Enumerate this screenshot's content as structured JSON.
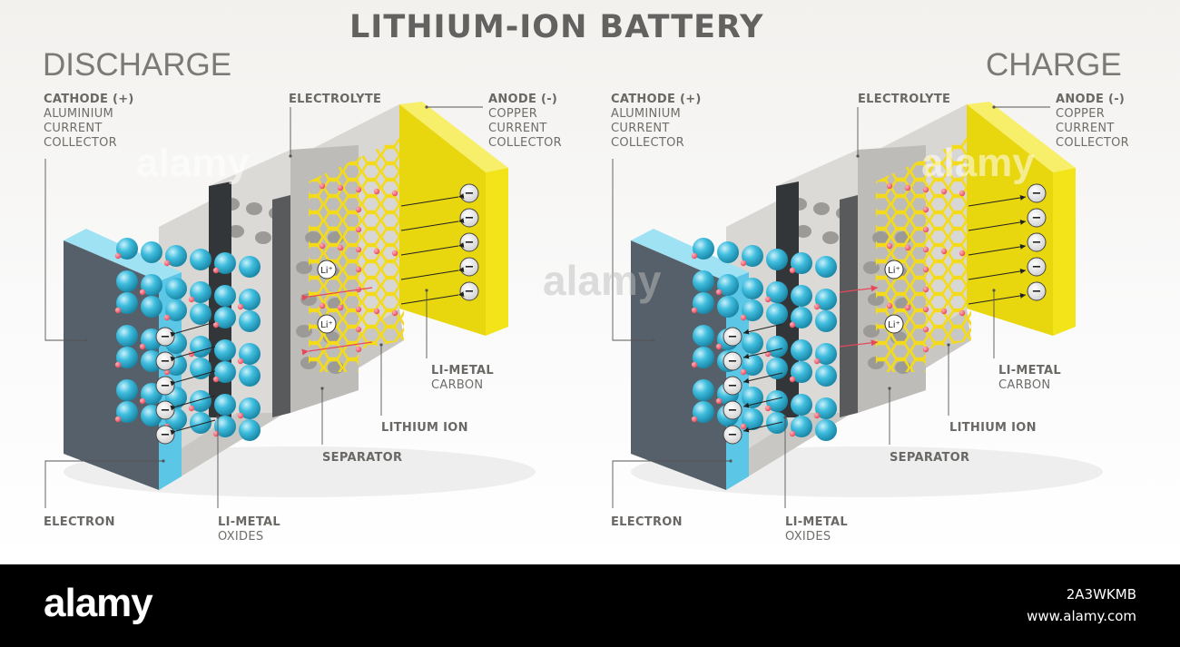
{
  "title": "LITHIUM-ION BATTERY",
  "colors": {
    "cathode_collector": "#5cc6e6",
    "anode_collector": "#f2e419",
    "li_metal_oxide": "#3fbdde",
    "lithium_ion": "#e8485a",
    "carbon_lattice": "#f3db1c",
    "separator": "#333638",
    "electrolyte": "#dcdad7"
  },
  "panels": [
    {
      "mode": "DISCHARGE",
      "cathode": {
        "title": "CATHODE (+)",
        "lines": [
          "ALUMINIUM",
          "CURRENT",
          "COLLECTOR"
        ]
      },
      "electrolyte": "ELECTROLYTE",
      "anode": {
        "title": "ANODE (-)",
        "lines": [
          "COPPER",
          "CURRENT",
          "COLLECTOR"
        ]
      },
      "li_metal_carbon": {
        "title": "LI-METAL",
        "sub": "CARBON"
      },
      "lithium_ion": "LITHIUM ION",
      "separator": "SEPARATOR",
      "electron": "ELECTRON",
      "li_metal_oxides": {
        "title": "LI-METAL",
        "sub": "OXIDES"
      },
      "ion_symbol": "Li⁺",
      "electron_symbol": "−"
    },
    {
      "mode": "CHARGE",
      "cathode": {
        "title": "CATHODE (+)",
        "lines": [
          "ALUMINIUM",
          "CURRENT",
          "COLLECTOR"
        ]
      },
      "electrolyte": "ELECTROLYTE",
      "anode": {
        "title": "ANODE (-)",
        "lines": [
          "COPPER",
          "CURRENT",
          "COLLECTOR"
        ]
      },
      "li_metal_carbon": {
        "title": "LI-METAL",
        "sub": "CARBON"
      },
      "lithium_ion": "LITHIUM ION",
      "separator": "SEPARATOR",
      "electron": "ELECTRON",
      "li_metal_oxides": {
        "title": "LI-METAL",
        "sub": "OXIDES"
      },
      "ion_symbol": "Li⁺",
      "electron_symbol": "−"
    }
  ],
  "watermark": "alamy",
  "footer": {
    "logo": "alamy",
    "image_id": "2A3WKMB",
    "url": "www.alamy.com"
  }
}
